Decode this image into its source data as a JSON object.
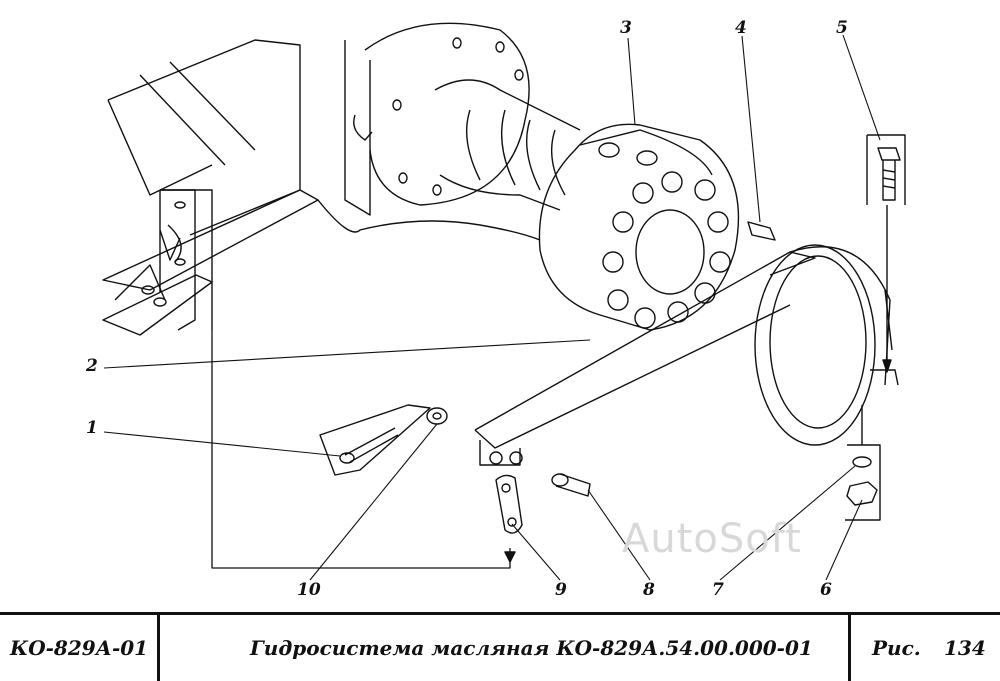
{
  "drawing": {
    "callouts": [
      "1",
      "2",
      "3",
      "4",
      "5",
      "6",
      "7",
      "8",
      "9",
      "10"
    ],
    "watermark": "AutoSoft"
  },
  "title_block": {
    "code": "КО-829А-01",
    "title": "Гидросистема масляная КО-829А.54.00.000-01",
    "fig_label": "Рис.",
    "fig_number": "134"
  }
}
